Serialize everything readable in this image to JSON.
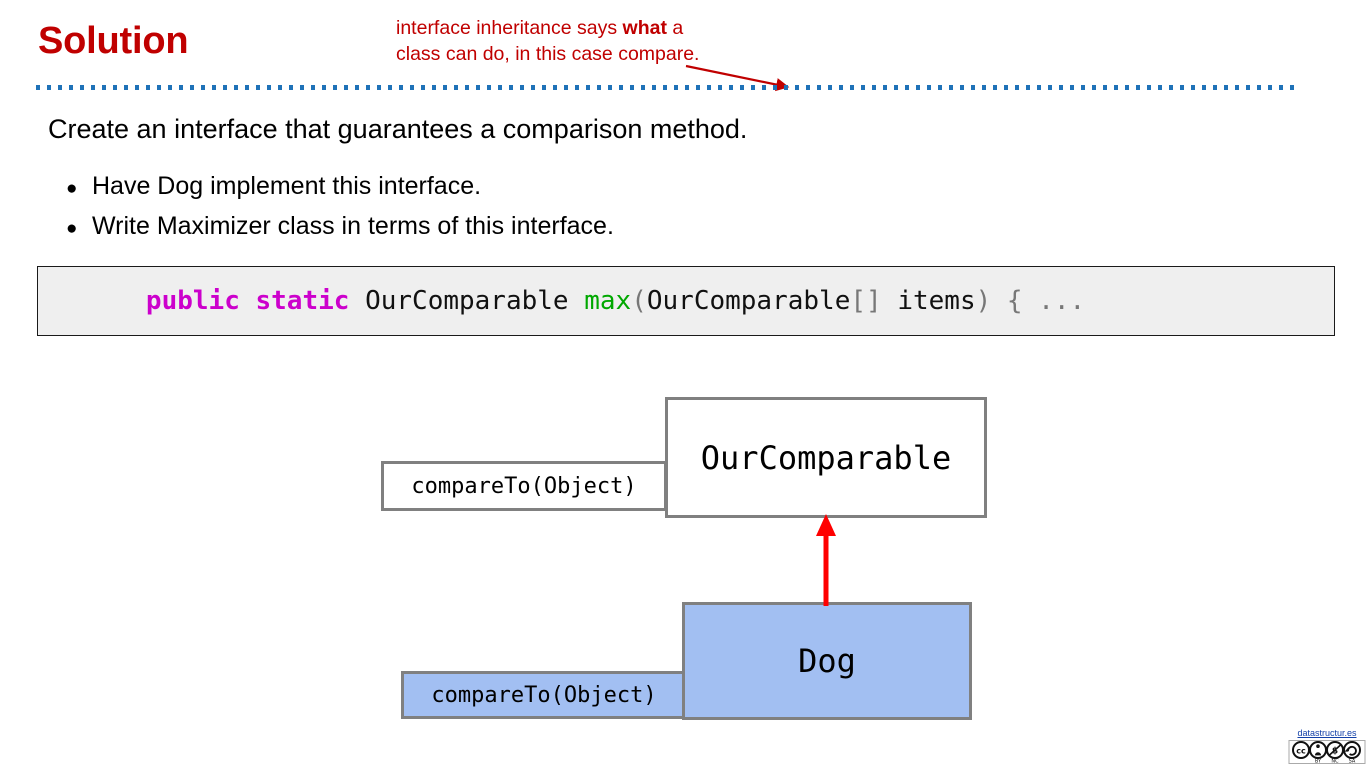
{
  "slide": {
    "title": "Solution",
    "title_color": "#C00000",
    "divider_color": "#1F72B8",
    "annotation": {
      "line1_before": "interface inheritance says ",
      "line1_bold": "what",
      "line1_after": " a",
      "line2": "class can do, in this case compare.",
      "color": "#C00000",
      "arrow": "red-diagonal-arrow"
    },
    "lead": "Create an interface that guarantees a comparison method.",
    "bullets": [
      {
        "marker": "●",
        "text": "Have Dog implement this interface."
      },
      {
        "marker": "●",
        "text": "Write Maximizer class in terms of this interface."
      }
    ],
    "code": {
      "background": "#EFEFEF",
      "tokens": [
        {
          "text": "public static",
          "kind": "keyword",
          "color": "#CC00CC"
        },
        {
          "text": " ",
          "kind": "plain",
          "color": "#111111"
        },
        {
          "text": "OurComparable",
          "kind": "type",
          "color": "#111111"
        },
        {
          "text": " ",
          "kind": "plain",
          "color": "#111111"
        },
        {
          "text": "max",
          "kind": "function",
          "color": "#00A800"
        },
        {
          "text": "(",
          "kind": "punctuation",
          "color": "#777777"
        },
        {
          "text": "OurComparable",
          "kind": "type",
          "color": "#111111"
        },
        {
          "text": "[]",
          "kind": "punctuation",
          "color": "#777777"
        },
        {
          "text": " items",
          "kind": "plain",
          "color": "#111111"
        },
        {
          "text": ")",
          "kind": "punctuation",
          "color": "#777777"
        },
        {
          "text": " ",
          "kind": "plain",
          "color": "#111111"
        },
        {
          "text": "{ ...",
          "kind": "punctuation",
          "color": "#777777"
        }
      ],
      "full_text": "public static OurComparable max(OurComparable[] items) { ..."
    },
    "diagram": {
      "interface_box": {
        "label": "OurComparable",
        "fill": "#FFFFFF",
        "border": "#808080"
      },
      "interface_method_box": {
        "label": "compareTo(Object)",
        "fill": "#FFFFFF",
        "border": "#808080"
      },
      "class_box": {
        "label": "Dog",
        "fill": "#A2BFF2",
        "border": "#808080"
      },
      "class_method_box": {
        "label": "compareTo(Object)",
        "fill": "#A2BFF2",
        "border": "#808080"
      },
      "inheritance_arrow": {
        "name": "implements-arrow",
        "color": "#FF0000",
        "direction": "up"
      }
    },
    "footer": {
      "link_text": "datastructur.es",
      "license": "CC BY-NC-SA",
      "license_marks": [
        "BY",
        "NC",
        "SA"
      ]
    }
  }
}
